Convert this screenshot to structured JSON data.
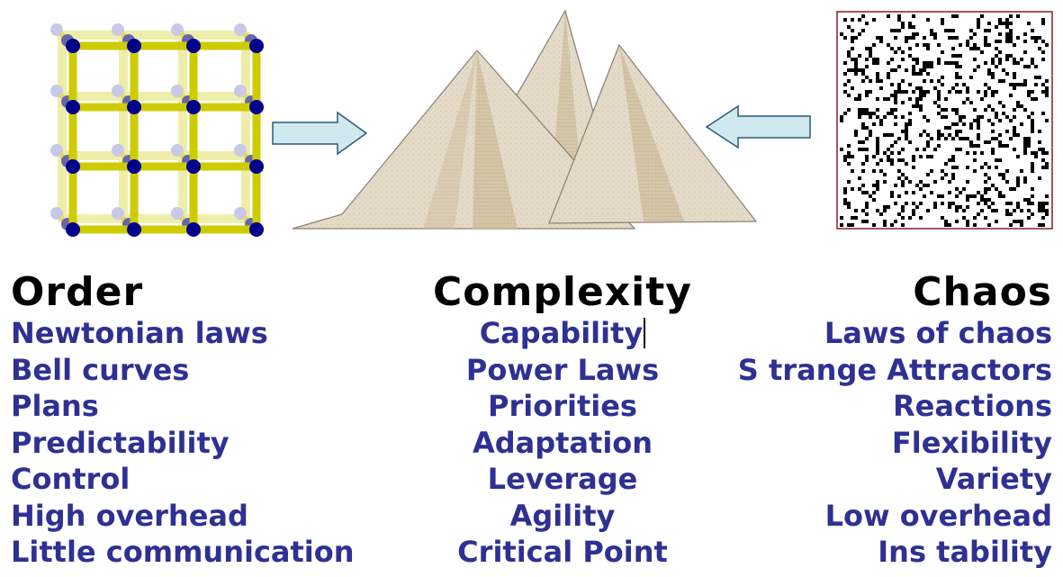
{
  "colors": {
    "lattice_bar": "#cdcc00",
    "lattice_bar_shadow": "#eeeeaa",
    "lattice_node": "#00008b",
    "lattice_node_shadow": "#6666aa",
    "arrow_fill": "#cfe9ee",
    "arrow_stroke": "#2a5a7a",
    "pyramid_fill": "#e3d9c6",
    "pyramid_shadow": "#cbbd9f",
    "chaos_border": "#8b1a2b",
    "text_heading": "#000000",
    "text_item": "#2e3192"
  },
  "icons": [
    "lattice-grid-icon",
    "right-arrow-icon",
    "pyramids-icon",
    "left-arrow-icon",
    "noise-pattern-icon"
  ],
  "columns": {
    "order": {
      "heading": "Order",
      "items": [
        "Newtonian laws",
        "Bell curves",
        "Plans",
        "Predictability",
        "Control",
        "High overhead",
        "Little communication"
      ]
    },
    "complexity": {
      "heading": "Complexity",
      "items": [
        "Capability",
        "Power Laws",
        "Priorities",
        "Adaptation",
        "Leverage",
        "Agility",
        "Critical Point"
      ]
    },
    "chaos": {
      "heading": "Chaos",
      "items": [
        "Laws of chaos",
        "S trange Attractors",
        "Reactions",
        "Flexibility",
        "Variety",
        "Low overhead",
        "Ins tability"
      ]
    }
  }
}
